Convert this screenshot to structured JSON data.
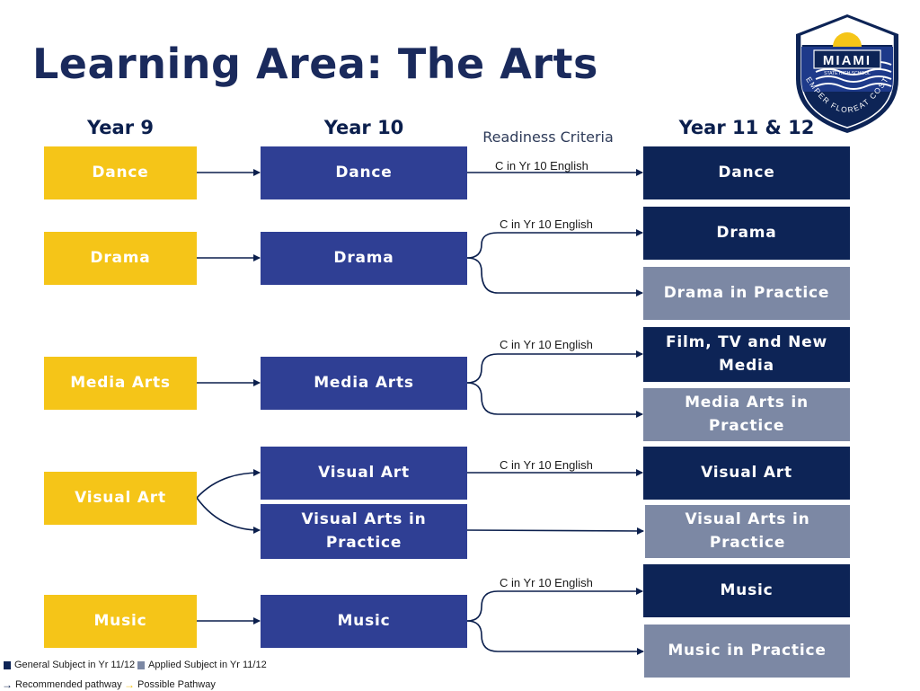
{
  "title": "Learning Area: The Arts",
  "headers": {
    "year9": "Year 9",
    "year10": "Year 10",
    "criteria": "Readiness Criteria",
    "year11_12": "Year 11 & 12"
  },
  "year9": {
    "dance": "Dance",
    "drama": "Drama",
    "media": "Media Arts",
    "visual": "Visual Art",
    "music": "Music"
  },
  "year10": {
    "dance": "Dance",
    "drama": "Drama",
    "media": "Media Arts",
    "visual": "Visual Art",
    "visual_practice": "Visual Arts in Practice",
    "music": "Music"
  },
  "year11_12": {
    "dance": "Dance",
    "drama": "Drama",
    "drama_practice": "Drama in Practice",
    "film": "Film, TV and New Media",
    "media_practice": "Media Arts in Practice",
    "visual": "Visual Art",
    "visual_practice": "Visual Arts in Practice",
    "music": "Music",
    "music_practice": "Music in Practice"
  },
  "criteria": {
    "dance": "C in Yr 10 English",
    "drama": "C in Yr 10 English",
    "media": "C in Yr 10 English",
    "visual": "C in Yr 10 English",
    "music": "C in Yr 10 English"
  },
  "legend": {
    "general": "General Subject in Yr 11/12",
    "applied": "Applied Subject in Yr 11/12",
    "recommended": "Recommended pathway",
    "possible": "Possible Pathway"
  },
  "logo": {
    "name": "MIAMI",
    "sub": "STATE HIGH SCHOOL",
    "motto": "SEMPER FLOREAT COSTA"
  },
  "colors": {
    "year9": "#f5c518",
    "year10": "#2f3f94",
    "general": "#0d2456",
    "applied": "#7c88a4",
    "recommended_arrow": "#0b1f4d",
    "possible_arrow": "#f5c518"
  }
}
